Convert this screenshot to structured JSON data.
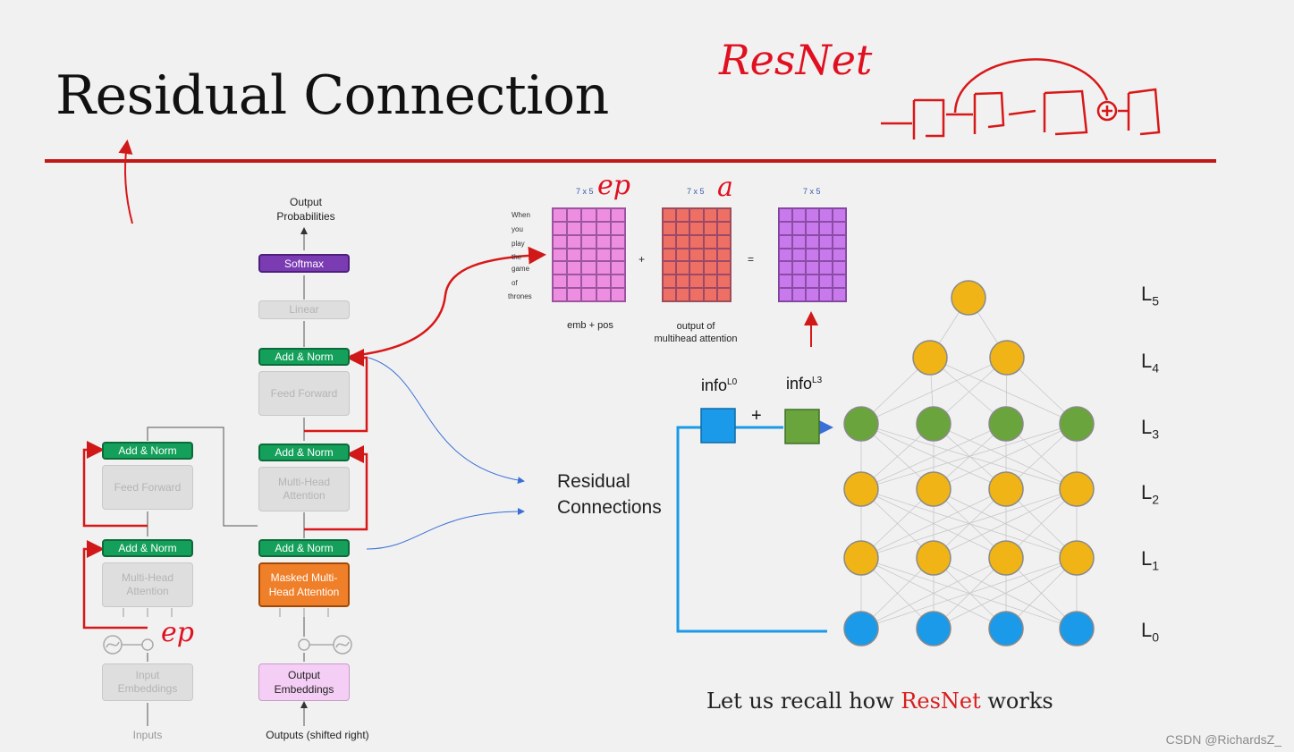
{
  "title": "Residual Connection",
  "handwriting": {
    "resnet": "ResNet",
    "ep_top": "ep",
    "a_top": "a",
    "ep_bottom": "ep"
  },
  "transformer": {
    "output_probabilities": "Output\nProbabilities",
    "softmax": "Softmax",
    "linear": "Linear",
    "decoder_add_norm_3": "Add & Norm",
    "decoder_feed_forward": "Feed Forward",
    "decoder_add_norm_2": "Add & Norm",
    "decoder_multi_head": "Multi-Head\nAttention",
    "decoder_add_norm_1": "Add & Norm",
    "masked_multi_head": "Masked Multi-\nHead Attention",
    "output_embeddings": "Output\nEmbeddings",
    "outputs_shifted": "Outputs (shifted right)",
    "encoder_add_norm_2": "Add & Norm",
    "encoder_feed_forward": "Feed Forward",
    "encoder_add_norm_1": "Add & Norm",
    "encoder_multi_head": "Multi-Head\nAttention",
    "input_embeddings": "Input\nEmbeddings",
    "inputs": "Inputs"
  },
  "matrices": {
    "dims": [
      "7 x 5",
      "7 x 5",
      "7 x 5"
    ],
    "plus": "+",
    "equals": "=",
    "caption_1": "emb + pos",
    "caption_2": "output of\nmultihead attention",
    "words": [
      "When",
      "you",
      "play",
      "the",
      "game",
      "of",
      "thrones"
    ],
    "colors": {
      "pink": "#ee8ee0",
      "salmon": "#ee6f63",
      "violet": "#c879ec"
    }
  },
  "residual_label": "Residual\nConnections",
  "resnet_fig": {
    "info_l0": "info",
    "info_l0_sup": "L0",
    "info_l3": "info",
    "info_l3_sup": "L3",
    "plus": "+",
    "layers": [
      {
        "base": "L",
        "sub": "5"
      },
      {
        "base": "L",
        "sub": "4"
      },
      {
        "base": "L",
        "sub": "3"
      },
      {
        "base": "L",
        "sub": "2"
      },
      {
        "base": "L",
        "sub": "1"
      },
      {
        "base": "L",
        "sub": "0"
      }
    ],
    "colors": {
      "yellow": "#f0b416",
      "green": "#6aa43c",
      "blue": "#1a9ae8"
    }
  },
  "recall": {
    "pre": "Let us recall how ",
    "highlight": "ResNet",
    "post": " works"
  },
  "watermark": "CSDN @RichardsZ_"
}
